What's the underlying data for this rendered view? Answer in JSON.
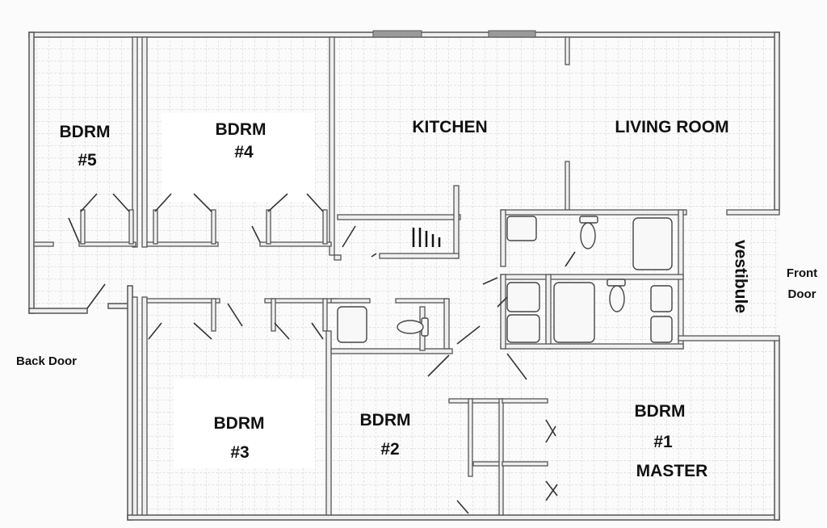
{
  "rooms": {
    "bdrm5": {
      "line1": "BDRM",
      "line2": "#5"
    },
    "bdrm4": {
      "line1": "BDRM",
      "line2": "#4"
    },
    "kitchen": "KITCHEN",
    "living_room": "LIVING ROOM",
    "vestibule": "vestibule",
    "front_door": {
      "line1": "Front",
      "line2": "Door"
    },
    "back_door": "Back Door",
    "bdrm3": {
      "line1": "BDRM",
      "line2": "#3"
    },
    "bdrm2": {
      "line1": "BDRM",
      "line2": "#2"
    },
    "bdrm1": {
      "line1": "BDRM",
      "line2": "#1",
      "line3": "MASTER"
    }
  },
  "colors": {
    "wall": "#666666",
    "wall_fill": "#f2f2f2",
    "tile": "#cfcfcf",
    "text": "#111111"
  }
}
